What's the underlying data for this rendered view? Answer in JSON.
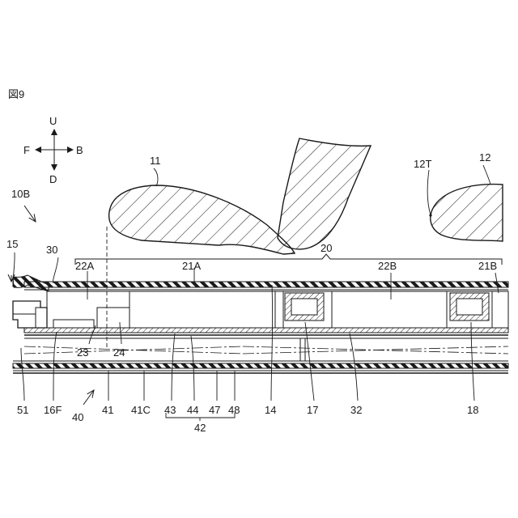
{
  "figure": {
    "title": "図9",
    "direction": {
      "up": "U",
      "down": "D",
      "front": "F",
      "back": "B"
    }
  },
  "labels": {
    "l11": "11",
    "l12": "12",
    "l12T": "12T",
    "l10B": "10B",
    "l15": "15",
    "l30": "30",
    "l20": "20",
    "l22A": "22A",
    "l21A": "21A",
    "l22B": "22B",
    "l21B": "21B",
    "l23": "23",
    "l24": "24",
    "l51": "51",
    "l16F": "16F",
    "l40": "40",
    "l41": "41",
    "l41C": "41C",
    "l43": "43",
    "l44": "44",
    "l47": "47",
    "l48": "48",
    "l42": "42",
    "l14": "14",
    "l17": "17",
    "l32": "32",
    "l18": "18"
  }
}
